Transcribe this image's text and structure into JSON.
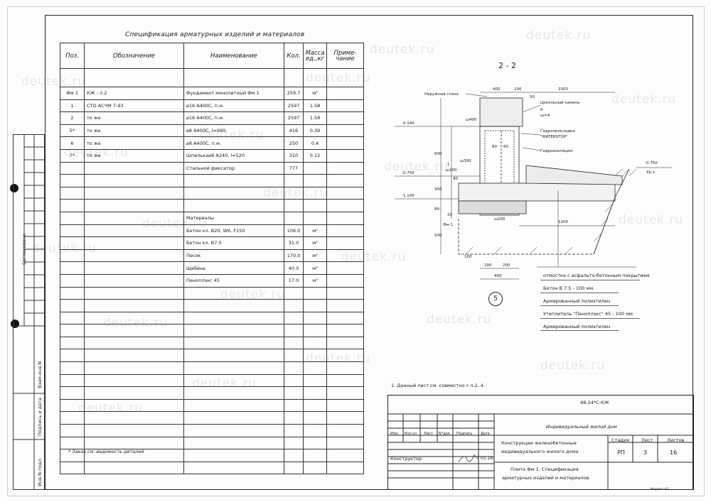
{
  "watermark_text": "deutek.ru",
  "spec": {
    "title": "Спецификация арматурных изделий и материалов",
    "headers": [
      "Поз.",
      "Обозначение",
      "Наименование",
      "Кол.",
      "Масса ед.,кг",
      "Приме- чание"
    ],
    "rows": [
      [
        "",
        "",
        "",
        "",
        "",
        ""
      ],
      [
        "Фм 1",
        "КЖ - л.2",
        "Фундамент монолитный Фм 1",
        "259.7",
        "м³",
        ""
      ],
      [
        "1",
        "СТО АСЧМ 7-93",
        "⌀16 А400С, п.м.",
        "2597",
        "1.58",
        ""
      ],
      [
        "2",
        "то же",
        "⌀16 А400С, п.м.",
        "2597",
        "1.58",
        ""
      ],
      [
        "5*",
        "то же",
        "⌀8 А400С, l=990",
        "416",
        "0.39",
        ""
      ],
      [
        "6",
        "то же",
        "⌀8 А400С, п.м.",
        "250",
        "0.4",
        ""
      ],
      [
        "7*",
        "то же",
        "Шпилька⌀6 А240, l=520",
        "310",
        "0.12",
        ""
      ],
      [
        "",
        "",
        "Стальной фиксатор",
        "777",
        "",
        ""
      ],
      [
        "",
        "",
        "",
        "",
        "",
        ""
      ],
      [
        "",
        "",
        "",
        "",
        "",
        ""
      ],
      [
        "",
        "",
        "",
        "",
        "",
        ""
      ],
      [
        "",
        "",
        "Материалы",
        "",
        "",
        ""
      ],
      [
        "",
        "",
        "Бетон кл. В20, W6, F150",
        "106.0",
        "м³",
        ""
      ],
      [
        "",
        "",
        "Бетон кл. В7.5",
        "31.0",
        "м³",
        ""
      ],
      [
        "",
        "",
        "Песок",
        "170.0",
        "м³",
        ""
      ],
      [
        "",
        "",
        "Щебень",
        "40.0",
        "м³",
        ""
      ],
      [
        "",
        "",
        "Пеноплэкс 45",
        "17.0",
        "м³",
        ""
      ],
      [
        "",
        "",
        "",
        "",
        "",
        ""
      ],
      [
        "",
        "",
        "",
        "",
        "",
        ""
      ],
      [
        "",
        "",
        "",
        "",
        "",
        ""
      ],
      [
        "",
        "",
        "",
        "",
        "",
        ""
      ],
      [
        "",
        "",
        "",
        "",
        "",
        ""
      ],
      [
        "",
        "",
        "",
        "",
        "",
        ""
      ],
      [
        "",
        "",
        "",
        "",
        "",
        ""
      ],
      [
        "",
        "",
        "",
        "",
        "",
        ""
      ],
      [
        "",
        "",
        "",
        "",
        "",
        ""
      ],
      [
        "",
        "",
        "",
        "",
        "",
        ""
      ],
      [
        "",
        "",
        "",
        "",
        "",
        ""
      ],
      [
        "",
        "",
        "",
        "",
        "",
        ""
      ],
      [
        "",
        "",
        "",
        "",
        "",
        ""
      ],
      [
        "",
        "",
        "",
        "",
        "",
        ""
      ],
      [
        "",
        "",
        "",
        "",
        "",
        ""
      ]
    ],
    "footnote": "* Заказ см. ведомость деталей"
  },
  "side_labels": {
    "agreed": "Согласовано",
    "inv_replace": "Взам.инв.N",
    "sign_date": "Подпись и дата",
    "inv_orig": "Инв.N подл."
  },
  "section": {
    "title": "2 - 2",
    "callout_no": "5",
    "labels": {
      "outer_wall": "Наружная стена",
      "plinth_stone": "Цокольный камень",
      "b6": "б",
      "w4": "ш=4",
      "waterstop_1": "Гидропрокладка",
      "waterstop_2": "\"WATERSTOP\"",
      "hydro": "Гидроизоляция",
      "fm1": "Фм 1",
      "lvl_1": "-0.140",
      "lvl_2": "-0.750",
      "lvl_3": "-1.100",
      "lvl_4": "-0.750",
      "grade": "Ур.з.",
      "d400": "400",
      "d100": "100",
      "d50": "50",
      "d1000": "1000",
      "dw400": "ш400",
      "d600": "600",
      "d60a": "60",
      "d60b": "60",
      "d40": "40",
      "d350": "350",
      "d80": "80",
      "d500": "500",
      "d1": "1",
      "dw300": "ш300",
      "dw200a": "ш200",
      "d1200": "1200",
      "d200a": "200",
      "d200b": "200",
      "d400b": "400",
      "dw200b": "ш200",
      "d100b": "100",
      "d20": "20"
    },
    "layers": [
      "отмостка с асфальто-бетонным покрытием",
      "Бетон В 7.5 - 100 мм",
      "Армированный полиэтилен",
      "Утеплитель \"Пеноплэкс\" 45 - 100 мм",
      "Армированный полиэтилен"
    ]
  },
  "note": "1. Данный лист см. совместно с л.2, 4.",
  "title_block": {
    "code": "48-24*С-КЖ",
    "object": "Индивидуальный жилой дом",
    "hdr_izm": "Изм.",
    "hdr_kol": "Кол.уч",
    "hdr_list": "Лист",
    "hdr_doc": "N°док.",
    "hdr_sign": "Подпись",
    "hdr_date": "Дата",
    "role": "Конструктор",
    "date": "01.16.",
    "project_1": "Конструкции железобетонные",
    "project_2": "индивидуального жилого дома",
    "stage_label": "Стадия",
    "sheet_label": "Лист",
    "sheets_label": "Листов",
    "stage": "РП",
    "sheet": "3",
    "sheets": "16",
    "drawing_1": "Плита Фм 1. Спецификация",
    "drawing_2": "арматурных изделий и материалов.",
    "format": "Формат А3"
  }
}
